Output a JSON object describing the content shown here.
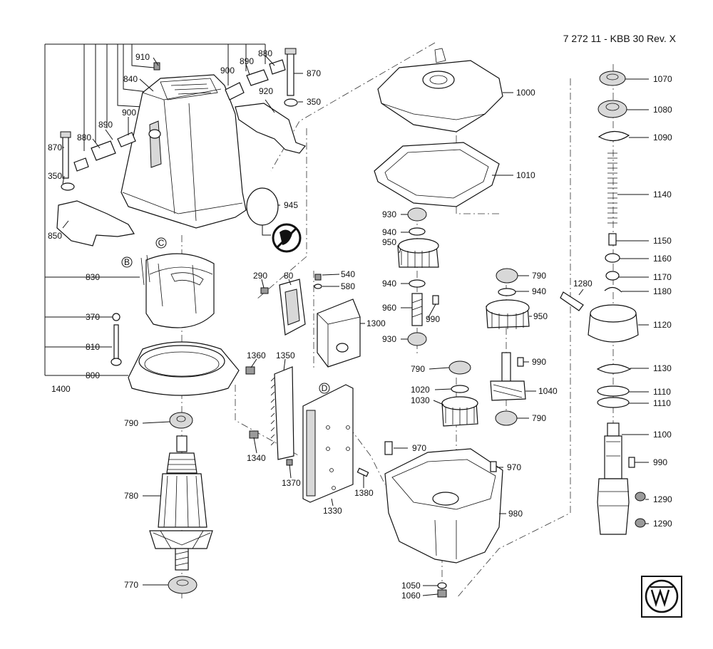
{
  "document_ref": "7 272 11 - KBB 30 Rev. X",
  "marker_b": "B",
  "marker_c": "C",
  "marker_d": "D",
  "parts": {
    "p910": "910",
    "p840": "840",
    "p900a": "900",
    "p890a": "890",
    "p880a": "880",
    "p870a": "870",
    "p920": "920",
    "p350a": "350",
    "p880b": "880",
    "p890b": "890",
    "p900b": "900",
    "p870b": "870",
    "p350b": "350",
    "p850": "850",
    "p945": "945",
    "p830": "830",
    "p370": "370",
    "p810": "810",
    "p800": "800",
    "p1400": "1400",
    "p290": "290",
    "p80": "80",
    "p540": "540",
    "p580": "580",
    "p1300": "1300",
    "p1360": "1360",
    "p1350": "1350",
    "p1340": "1340",
    "p1370": "1370",
    "p1330": "1330",
    "p1380": "1380",
    "p790a": "790",
    "p780": "780",
    "p770": "770",
    "p1000": "1000",
    "p1010": "1010",
    "p930a": "930",
    "p940a": "940",
    "p950a": "950",
    "p940b": "940",
    "p960": "960",
    "p990a": "990",
    "p930b": "930",
    "p790b": "790",
    "p1020": "1020",
    "p1030": "1030",
    "p970a": "970",
    "p790c": "790",
    "p940c": "940",
    "p950b": "950",
    "p990b": "990",
    "p1040": "1040",
    "p790d": "790",
    "p970b": "970",
    "p980": "980",
    "p1050": "1050",
    "p1060": "1060",
    "p1070": "1070",
    "p1080": "1080",
    "p1090": "1090",
    "p1140": "1140",
    "p1150": "1150",
    "p1160": "1160",
    "p1170": "1170",
    "p1180": "1180",
    "p1280": "1280",
    "p1120": "1120",
    "p1130": "1130",
    "p1110a": "1110",
    "p1110b": "1110",
    "p1100": "1100",
    "p990c": "990",
    "p1290a": "1290",
    "p1290b": "1290"
  }
}
